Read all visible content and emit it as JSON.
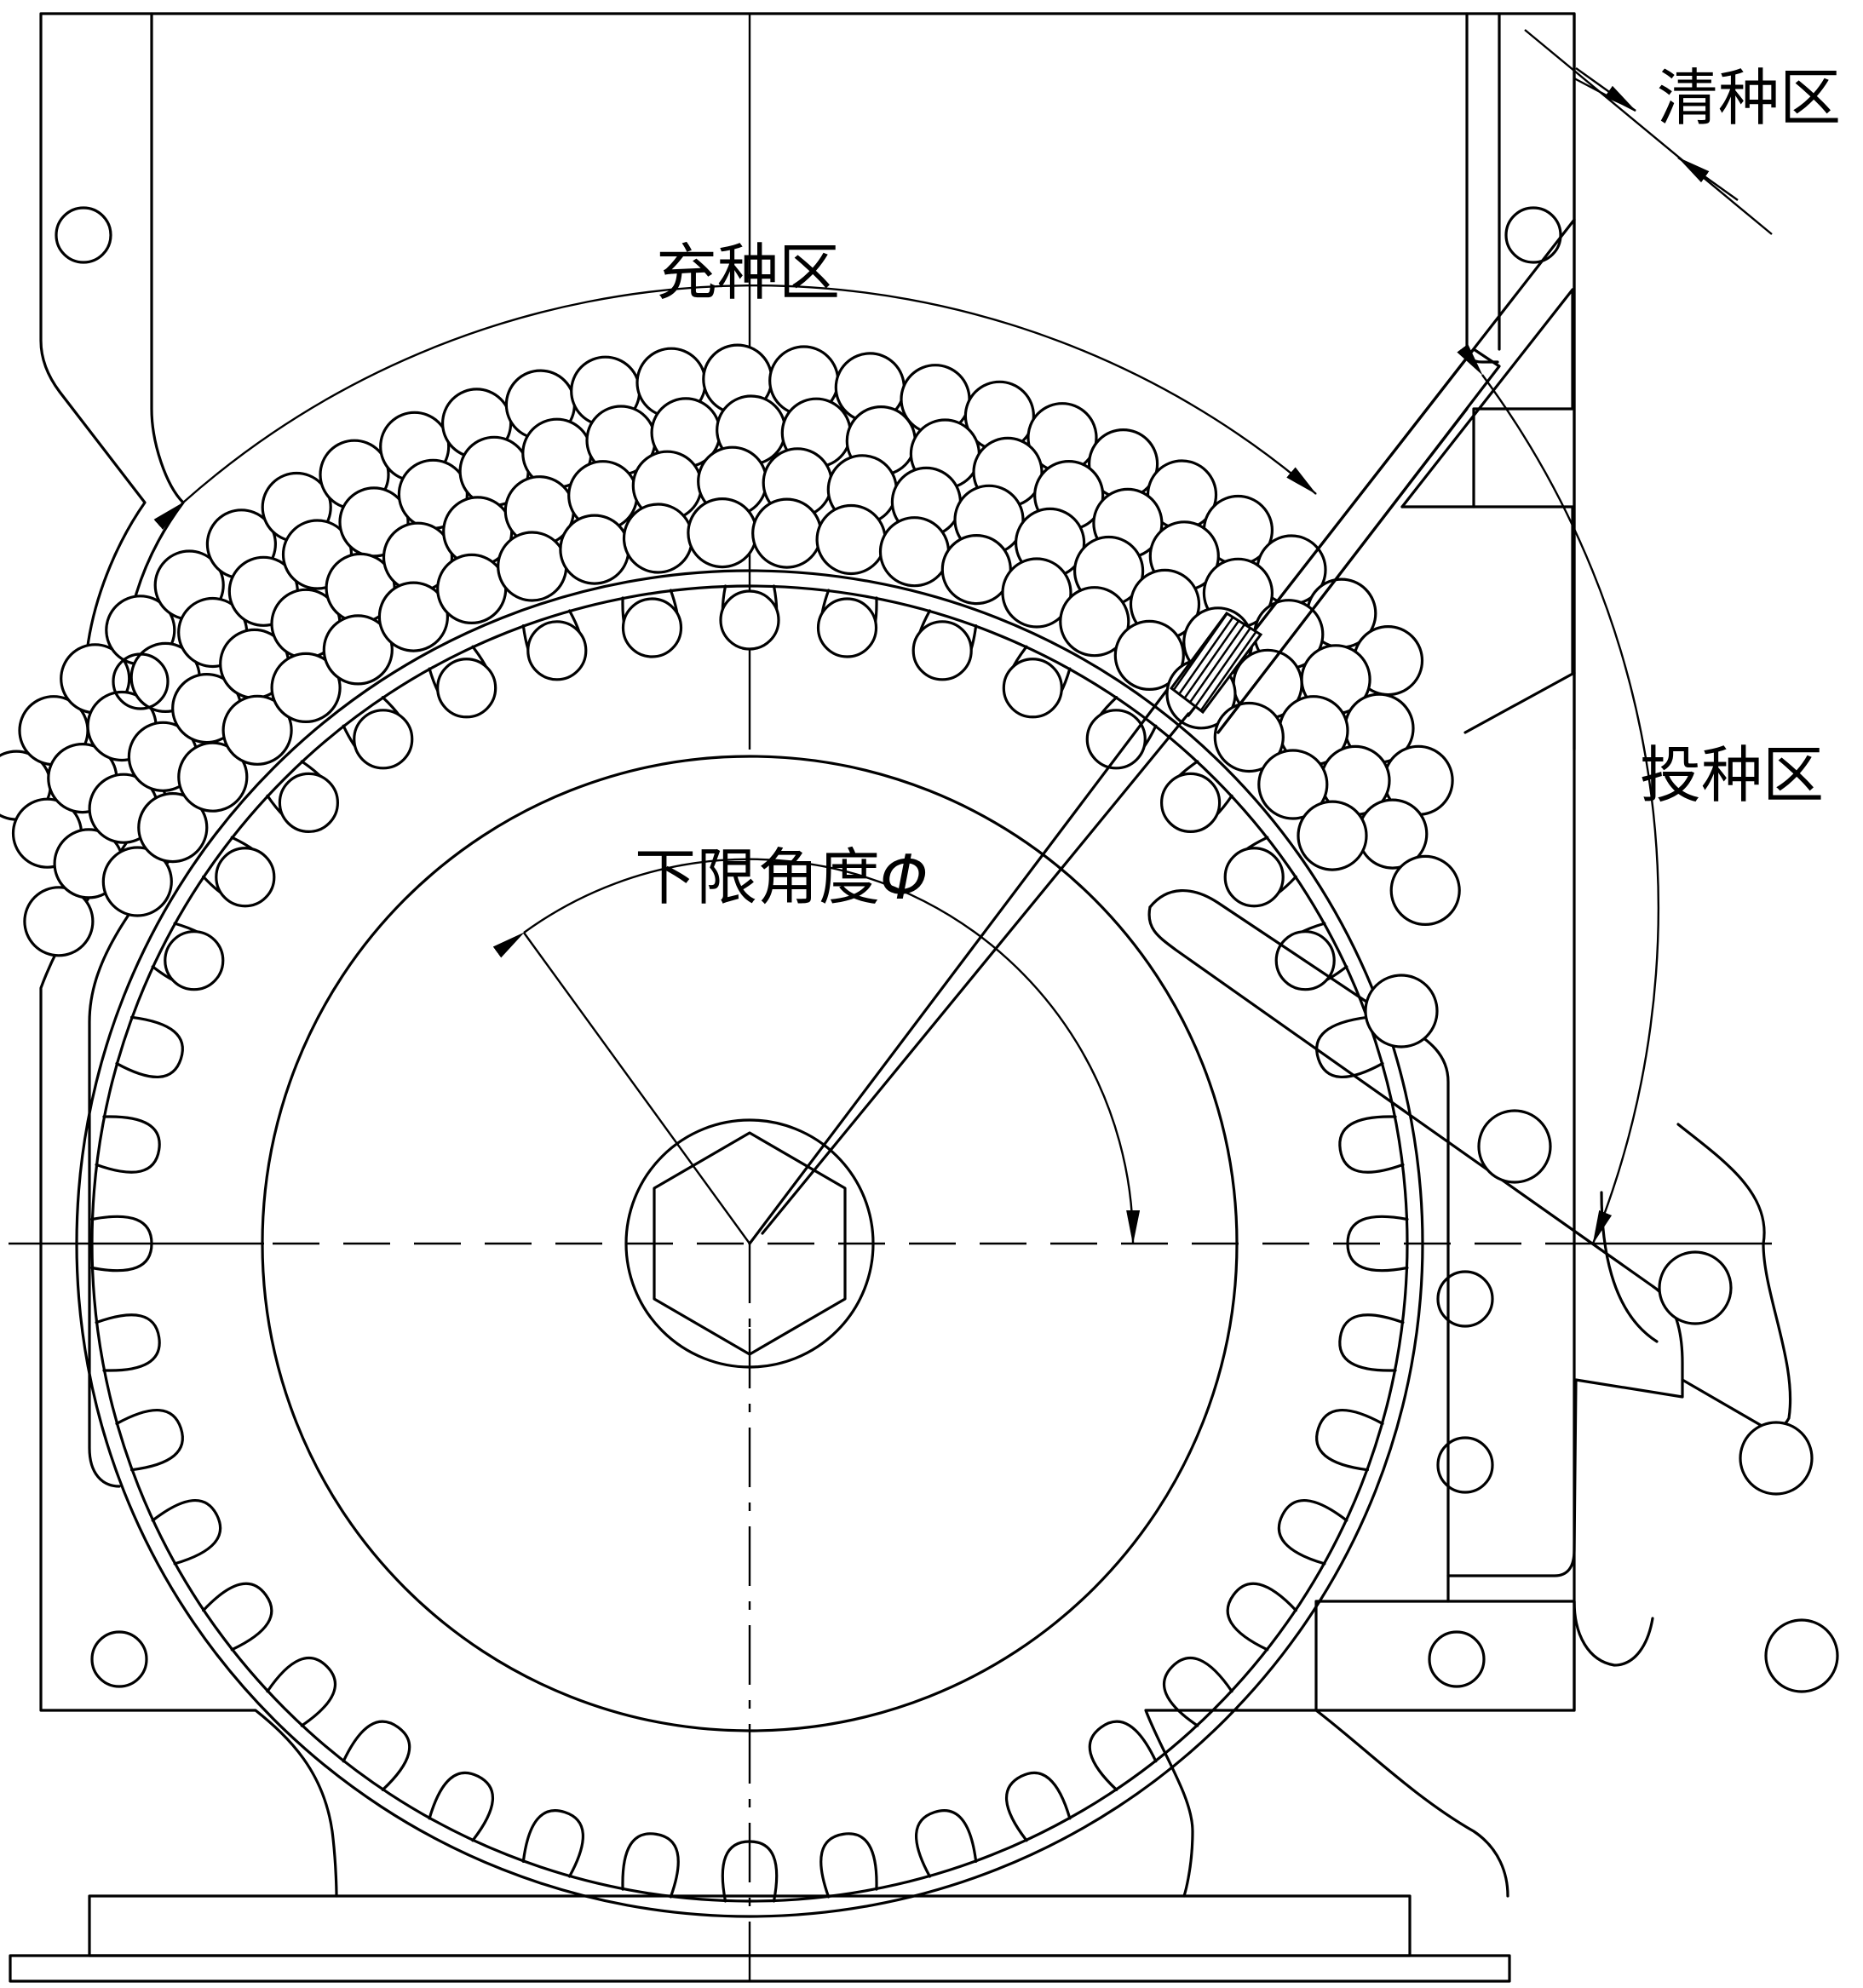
{
  "labels": {
    "qingzhong": "清种区",
    "chongzhong": "充种区",
    "touzhong": "投种区",
    "xiaxian": "下限角度",
    "phi": "Φ"
  }
}
